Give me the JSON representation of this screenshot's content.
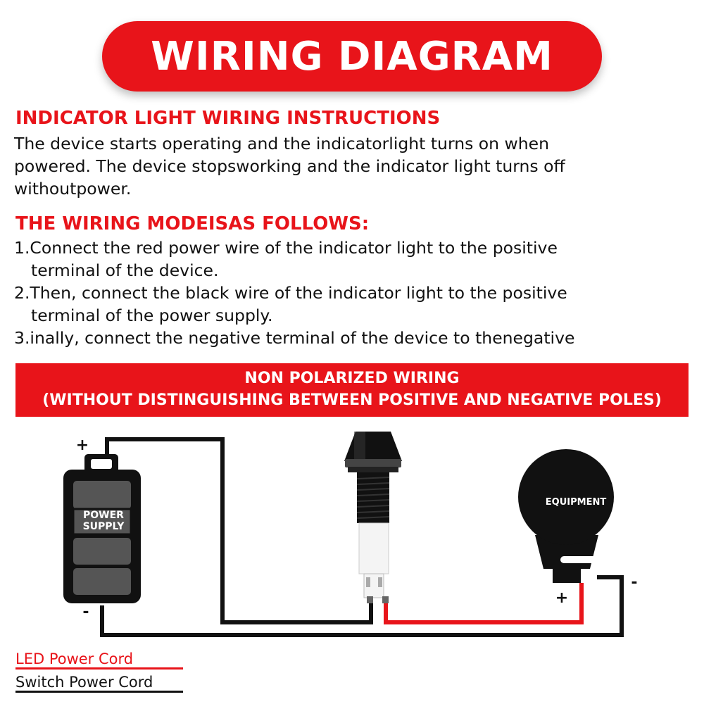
{
  "title": "WIRING DIAGRAM",
  "section1": {
    "heading": "INDICATOR LIGHT WIRING INSTRUCTIONS",
    "lines": [
      "The device starts operating and the indicatorlight turns on when",
      "powered. The device stopsworking and the indicator light turns off",
      "withoutpower."
    ]
  },
  "section2": {
    "heading": "THE WIRING MODEISAS FOLLOWS:",
    "steps": [
      {
        "line1": "1.Connect the red power wire of the indicator light to the positive",
        "line2": "terminal of the device."
      },
      {
        "line1": "2.Then, connect the black wire of the indicator light to the positive",
        "line2": "terminal of the power supply."
      },
      {
        "line1": "3.inally, connect the negative terminal of the device to thenegative",
        "line2": ""
      }
    ]
  },
  "banner": {
    "line1": "NON POLARIZED WIRING",
    "line2": "(WITHOUT DISTINGUISHING BETWEEN POSITIVE AND NEGATIVE POLES)"
  },
  "diagram": {
    "battery_label_line1": "POWER",
    "battery_label_line2": "SUPPLY",
    "battery_plus": "+",
    "battery_minus": "-",
    "equipment_label": "EQUIPMENT",
    "equipment_plus": "+",
    "equipment_minus": "-"
  },
  "legend": {
    "led_cord": "LED Power Cord",
    "switch_cord": "Switch Power Cord"
  },
  "colors": {
    "accent_red": "#e8141a",
    "wire_black": "#111111",
    "wire_red": "#e8141a"
  }
}
